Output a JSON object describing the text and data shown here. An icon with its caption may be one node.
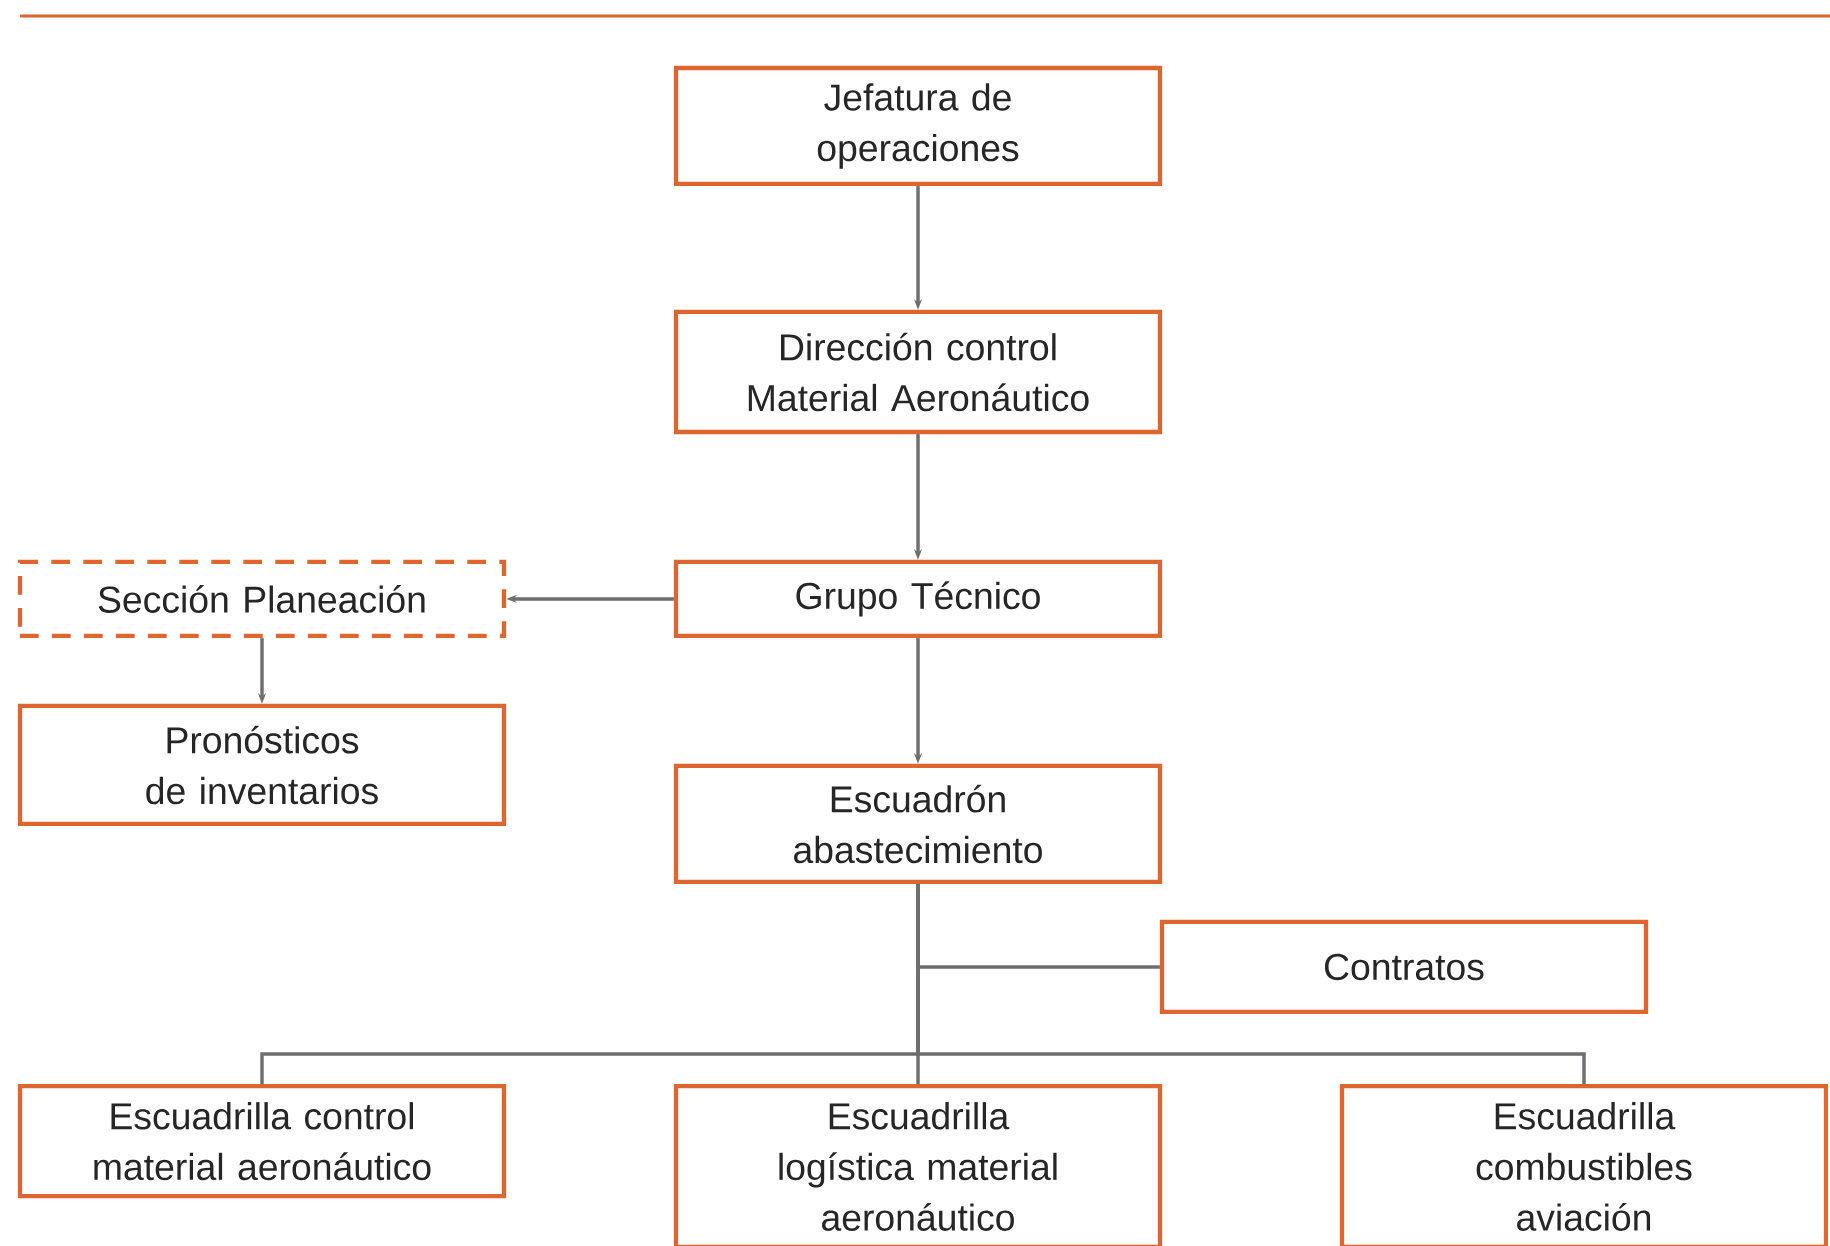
{
  "diagram": {
    "nodes": [
      {
        "text": [
          "Jefatura de operaciones"
        ]
      },
      {
        "text": [
          "Dirección control Material Aeronáutico"
        ]
      },
      {
        "text": [
          "Sección Planeación"
        ]
      },
      {
        "text": [
          "Grupo Técnico"
        ]
      },
      {
        "text": [
          "Pronósticos de inventarios"
        ]
      },
      {
        "text": [
          "Escuadrón abastecimiento"
        ]
      },
      {
        "text": [
          "Contratos"
        ]
      },
      {
        "text": [
          "Escuadrilla control material aeronáutico"
        ]
      },
      {
        "text": [
          "Escuadrilla logística material aeronáutico"
        ]
      },
      {
        "text": [
          "Escuadrilla combustibles aviación"
        ]
      }
    ],
    "edges": [
      {
        "from": 0,
        "to": 1,
        "arrow": "to"
      },
      {
        "from": 1,
        "to": 3,
        "arrow": "to"
      },
      {
        "from": 3,
        "to": 2,
        "arrow": "to"
      },
      {
        "from": 2,
        "to": 4,
        "arrow": "to"
      },
      {
        "from": 3,
        "to": 5,
        "arrow": "to"
      },
      {
        "from": 5,
        "to": 6,
        "arrow": "none"
      },
      {
        "from": 5,
        "to": 7,
        "arrow": "none"
      },
      {
        "from": 5,
        "to": 8,
        "arrow": "none"
      },
      {
        "from": 5,
        "to": 9,
        "arrow": "none"
      }
    ]
  }
}
